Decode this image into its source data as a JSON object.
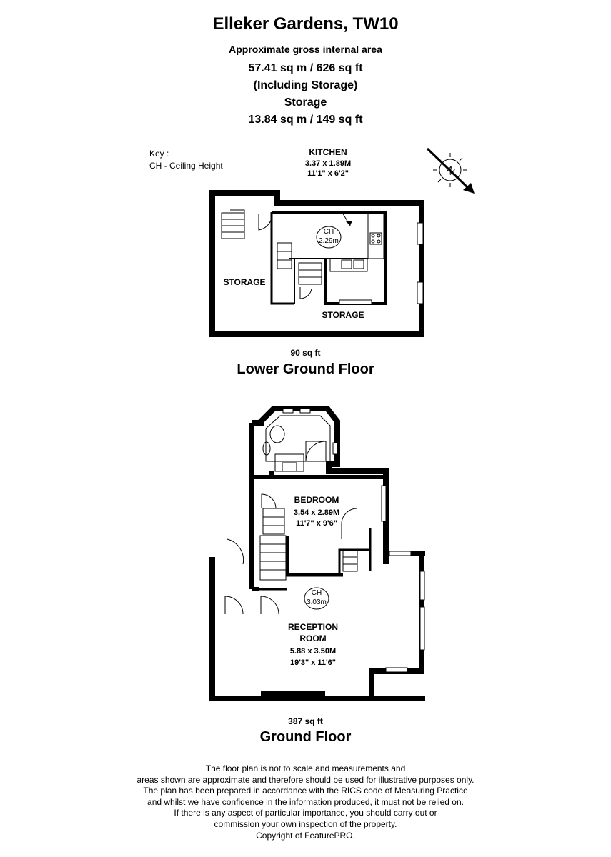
{
  "header": {
    "title": "Elleker Gardens, TW10",
    "subtitle": "Approximate gross internal area",
    "total_area": "57.41 sq m /  626 sq ft",
    "including_note": "(Including Storage)",
    "storage_heading": "Storage",
    "storage_area": "13.84 sq m /  149 sq ft"
  },
  "key": {
    "heading": "Key :",
    "item": "CH - Ceiling Height"
  },
  "compass": {
    "letter": "N",
    "icon": "compass-icon"
  },
  "lower_ground_floor": {
    "name": "Lower Ground Floor",
    "area": "90 sq ft",
    "kitchen": {
      "label": "KITCHEN",
      "dims_m": "3.37 x 1.89M",
      "dims_ft": "11'1\" x 6'2\"",
      "ceiling": [
        "CH",
        "2.29m"
      ]
    },
    "storage_left": "STORAGE",
    "storage_bottom": "STORAGE"
  },
  "ground_floor": {
    "name": "Ground Floor",
    "area": "387 sq ft",
    "bedroom": {
      "label": "BEDROOM",
      "dims_m": "3.54 x 2.89M",
      "dims_ft": "11'7\" x 9'6\""
    },
    "reception": {
      "label_1": "RECEPTION",
      "label_2": "ROOM",
      "dims_m": "5.88 x 3.50M",
      "dims_ft": "19'3\" x 11'6\"",
      "ceiling": [
        "CH",
        "3.03m"
      ]
    }
  },
  "disclaimer": [
    "The floor plan is not to scale and measurements and",
    "areas shown are approximate and therefore should be used for illustrative purposes only.",
    "The plan has been prepared in accordance with the RICS code of Measuring Practice",
    "and whilst we have confidence in the information produced, it must not be relied on.",
    "If there is any aspect of particular importance, you should carry out or",
    "commission your own inspection of the property.",
    "Copyright of FeaturePRO."
  ]
}
